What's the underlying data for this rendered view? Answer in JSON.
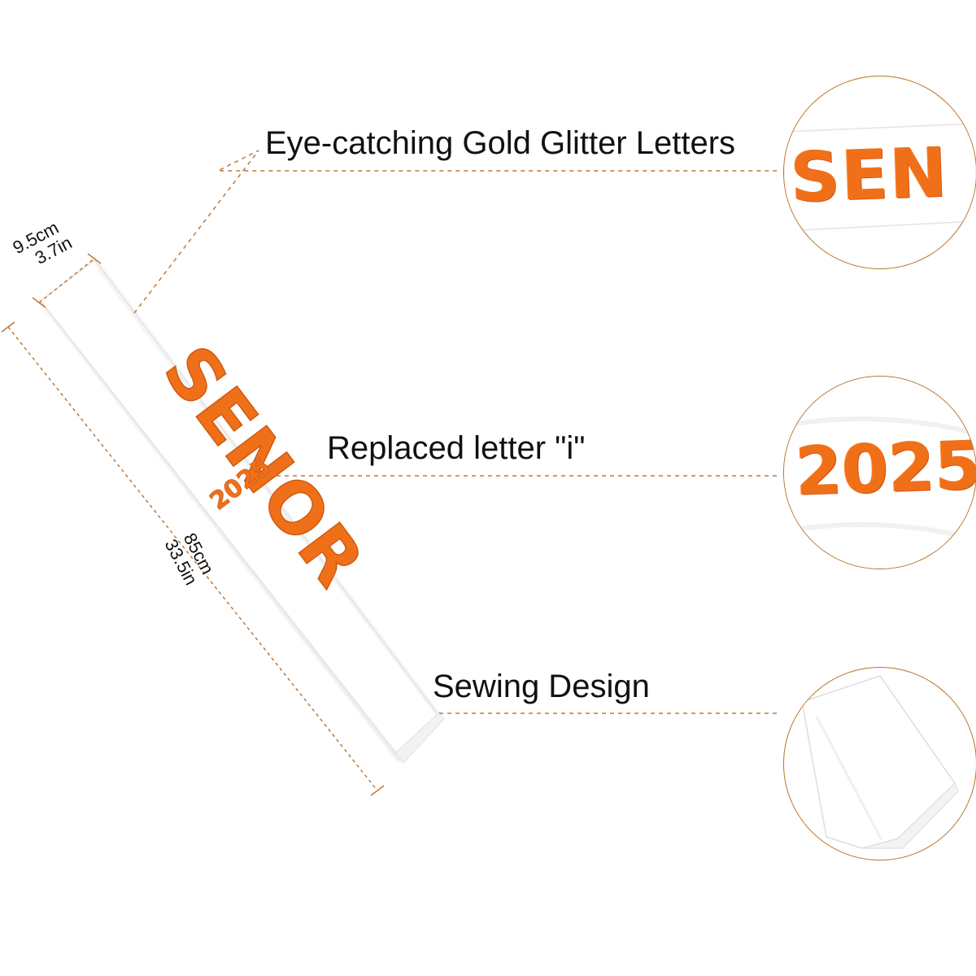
{
  "features": {
    "glitter": "Eye-catching Gold Glitter Letters",
    "letter_i": "Replaced letter  \"i\"",
    "sewing": "Sewing Design"
  },
  "dimensions": {
    "width_cm": "9.5cm",
    "width_in": "3.7in",
    "length_cm": "85cm",
    "length_in": "33.5in"
  },
  "sash": {
    "word": "SENOR",
    "year": "2025"
  },
  "zoom": {
    "glitter_text": "SEN",
    "year_text": "2025"
  },
  "colors": {
    "lettering": "#f0701a",
    "guide_line": "#c0783a",
    "sash": "#ffffff"
  }
}
